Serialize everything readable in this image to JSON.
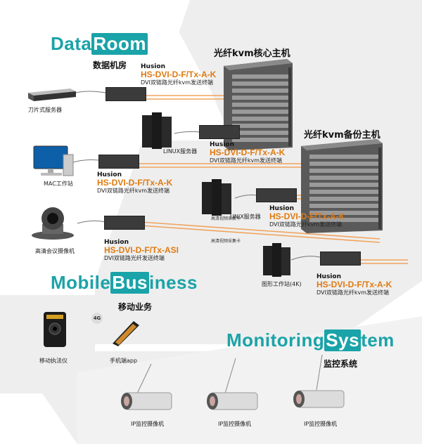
{
  "sections": {
    "dataroom": {
      "part1": "Data",
      "part2": "Room",
      "subtitle": "数据机房"
    },
    "mobile": {
      "part1": "Mobile",
      "part2": "Bus",
      "part3": "iness",
      "subtitle": "移动业务"
    },
    "monitoring": {
      "part1": "Monitoring",
      "part2": "Sys",
      "part3": "tem",
      "subtitle": "监控系统"
    }
  },
  "hosts": {
    "core": "光纤kvm核心主机",
    "backup": "光纤kvm备份主机"
  },
  "modules": [
    {
      "brand": "Husion",
      "model": "HS-DVI-D-F/Tx-A-K",
      "desc": "DVI双链路光纤kvm发送终端"
    },
    {
      "brand": "Husion",
      "model": "HS-DVI-D-F/Tx-A-K",
      "desc": "DVI双链路光纤kvm发送终端"
    },
    {
      "brand": "Husion",
      "model": "HS-DVI-D-F/Tx-A-K",
      "desc": "DVI双链路光纤kvm发送终端"
    },
    {
      "brand": "Husion",
      "model": "HS-DVI-D-F/Tx-A-K",
      "desc": "DVI双链路光纤kvm发送终端"
    },
    {
      "brand": "Husion",
      "model": "HS-DVI-D-F/Tx-ASI",
      "desc": "DVI双链路光纤发送终端"
    },
    {
      "brand": "Husion",
      "model": "HS-DVI-D-F/Tx-A-K",
      "desc": "DVI双链路光纤kvm发送终端"
    }
  ],
  "devices": {
    "blade": "刀片式服务器",
    "linux": "LINUX服务器",
    "mac": "MAC工作站",
    "unix": "UNIX服务器",
    "conf_cam": "高清会议摄像机",
    "graphics": "图形工作站(4K)",
    "law": "移动执法仪",
    "phone": "手机端app",
    "ip_cam": "IP监控摄像机"
  },
  "badge_4g": "4G",
  "notes": [
    "高清视频采集卡",
    "高清视频采集卡"
  ],
  "colors": {
    "accent": "#1aa3a8",
    "model": "#e07a10",
    "fiber": "#f0a35a"
  }
}
